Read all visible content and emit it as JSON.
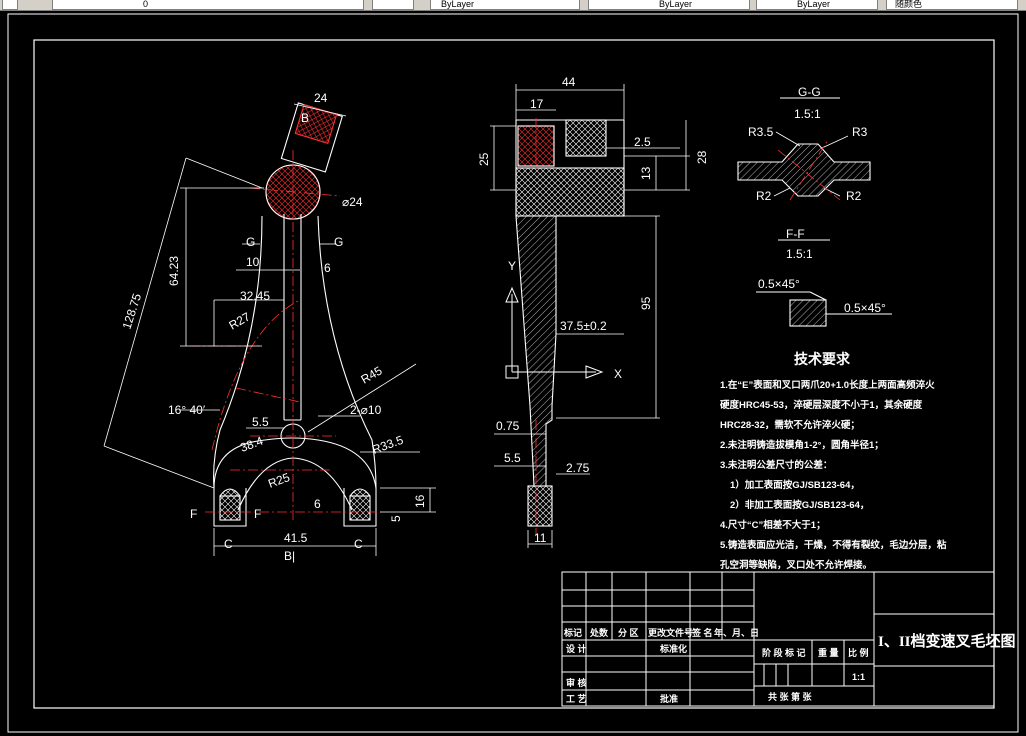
{
  "toolbar": {
    "layer_value": "0",
    "linetype_value": "ByLayer",
    "lineweight_value": "ByLayer",
    "color_value": "ByLayer",
    "extra_value": "随颜色"
  },
  "drawing": {
    "title": "I、II档变速叉毛坯图",
    "scale": "1:1",
    "left_view": {
      "dims": {
        "d24": "24",
        "label_b_top": "B",
        "dia24": "⌀24",
        "d64": "64.23",
        "d128": "128.75",
        "g_left": "G",
        "g_right": "G",
        "d10": "10",
        "d6": "6",
        "d32": "32.45",
        "r27": "R27",
        "r45": "R45",
        "angle": "16° 40′",
        "d55": "5.5",
        "holes": "2-⌀10",
        "d384": "38.4",
        "r335": "R33.5",
        "r25": "R25",
        "d6b": "6",
        "d16": "16",
        "d5": "5",
        "f_left": "F",
        "f_mid": "F",
        "c_left": "C",
        "c_right": "C",
        "d415": "41.5",
        "label_b_bottom": "B|"
      }
    },
    "mid_view": {
      "dims": {
        "d44": "44",
        "d17": "17",
        "d25": "25",
        "d25b": "2.5",
        "d28": "28",
        "d13": "13",
        "d95": "95",
        "d375": "37.5±0.2",
        "d075": "0.75",
        "d55": "5.5",
        "d275": "2.75",
        "d11": "11",
        "axis_y": "Y",
        "axis_x": "X"
      }
    },
    "section_g": {
      "title": "G-G",
      "scale": "1.5:1",
      "r35": "R3.5",
      "r3": "R3",
      "r2a": "R2",
      "r2b": "R2"
    },
    "section_f": {
      "title": "F-F",
      "scale": "1.5:1",
      "chamfer1": "0.5×45°",
      "chamfer2": "0.5×45°"
    },
    "tech": {
      "heading": "技术要求",
      "lines": [
        "1.在“E”表面和叉口两爪20+1.0长度上两面高频淬火",
        "硬度HRC45-53，淬硬层深度不小于1，其余硬度",
        "HRC28-32，需软不允许淬火硬；",
        "2.未注明铸造拔模角1-2°，圆角半径1；",
        "3.未注明公差尺寸的公差：",
        "1）加工表面按GJ/SB123-64，",
        "2）非加工表面按GJ/SB123-64，",
        "4.尺寸“C”相差不大于1；",
        "5.铸造表面应光洁，干燥，不得有裂纹，毛边分层，粘",
        "孔空洞等缺陷，叉口处不允许焊接。"
      ]
    },
    "title_block": {
      "r_mark": "标记",
      "r_count": "处数",
      "r_zone": "分 区",
      "r_doc": "更改文件号",
      "r_sign": "签 名",
      "r_date": "年、月、日",
      "design": "设 计",
      "std": "标准化",
      "check": "审 核",
      "process": "工 艺",
      "approve": "批准",
      "stage": "阶 段 标 记",
      "weight": "重 量",
      "ratio": "比 例",
      "sheets": "共   张   第   张"
    }
  }
}
